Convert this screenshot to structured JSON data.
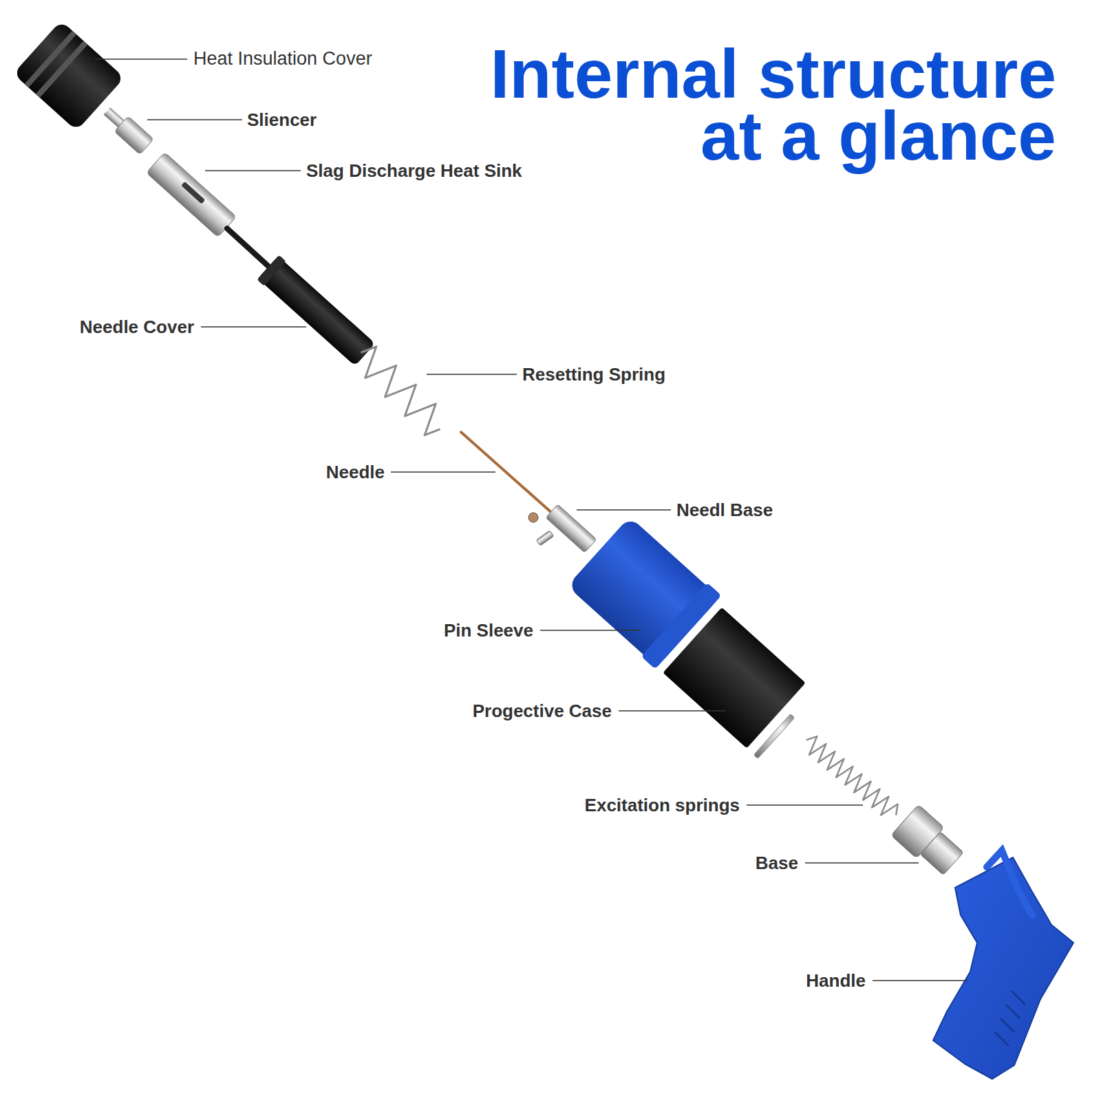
{
  "diagram": {
    "title": "Internal structure at a glance",
    "labels": [
      "Heat Insulation Cover",
      "Sliencer",
      "Slag Discharge Heat Sink",
      "Needle Cover",
      "Resetting Spring",
      "Needle",
      "Needl Base",
      "Pin Sleeve",
      "Progective Case",
      "Excitation springs",
      "Base",
      "Handle"
    ]
  }
}
